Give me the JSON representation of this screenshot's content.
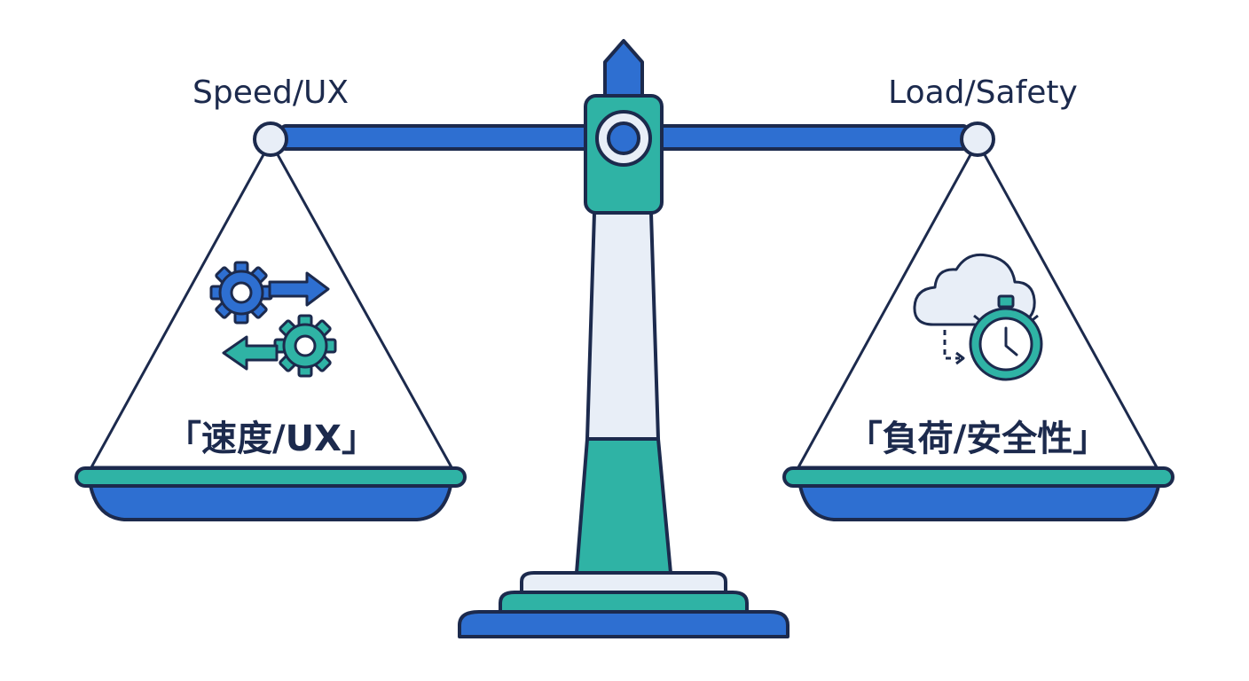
{
  "labels": {
    "left_title": "Speed/UX",
    "right_title": "Load/Safety",
    "left_pan": "「速度/UX」",
    "right_pan": "「負荷/安全性」"
  },
  "icons": {
    "left": "gears-arrows-icon",
    "right": "cloud-stopwatch-icon"
  },
  "colors": {
    "blue": "#2e6fd1",
    "teal": "#2fb3a5",
    "dark_outline": "#1c2a4d",
    "light": "#e8eef7"
  }
}
